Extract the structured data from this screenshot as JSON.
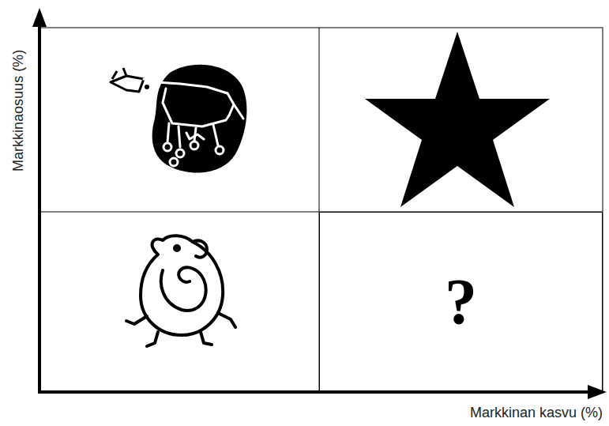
{
  "diagram": {
    "nodes": [
      {
        "text": [
          "?"
        ]
      }
    ],
    "labels": [
      "Markkinaosuus (%)",
      "Markkinan kasvu (%)"
    ]
  }
}
